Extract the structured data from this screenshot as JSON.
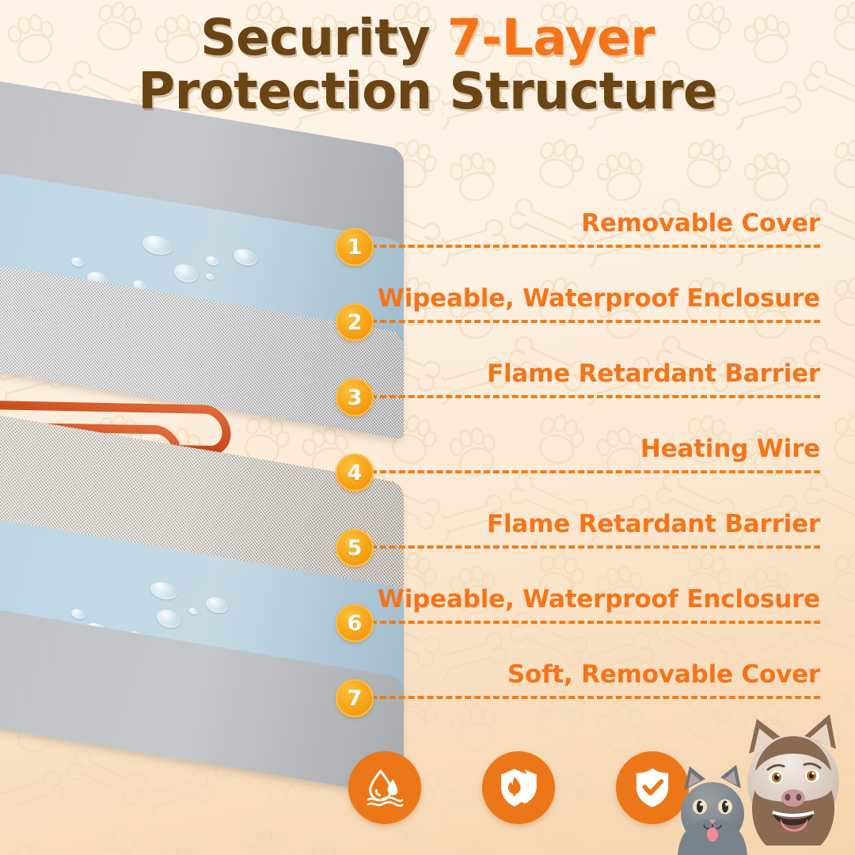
{
  "title": {
    "line1_plain": "Security ",
    "line1_accent": "7-Layer",
    "line2": "Protection Structure"
  },
  "colors": {
    "title_brown": "#6b4414",
    "accent_orange": "#f4741a",
    "dash_orange": "#ef7d18",
    "badge_amber": "#f8a81c",
    "icon_circle": "#ec7718",
    "bg_top": "#fdf4e7",
    "bg_bottom": "#f6d5ad"
  },
  "layers": [
    {
      "number": "1",
      "label": "Removable Cover",
      "material": "grey-cover"
    },
    {
      "number": "2",
      "label": "Wipeable, Waterproof Enclosure",
      "material": "blue-waterproof"
    },
    {
      "number": "3",
      "label": "Flame Retardant Barrier",
      "material": "silver-mesh"
    },
    {
      "number": "4",
      "label": "Heating Wire",
      "material": "copper-wire"
    },
    {
      "number": "5",
      "label": "Flame Retardant Barrier",
      "material": "silver-mesh"
    },
    {
      "number": "6",
      "label": "Wipeable, Waterproof Enclosure",
      "material": "blue-waterproof"
    },
    {
      "number": "7",
      "label": "Soft, Removable Cover",
      "material": "grey-cover"
    }
  ],
  "features": [
    {
      "icon": "water-drop-waves-icon",
      "name": "waterproof"
    },
    {
      "icon": "shield-flame-icon",
      "name": "flame-retardant"
    },
    {
      "icon": "shield-check-icon",
      "name": "safety-certified"
    }
  ],
  "pets": {
    "cat": "grey-cat",
    "dog": "brown-white-husky"
  }
}
